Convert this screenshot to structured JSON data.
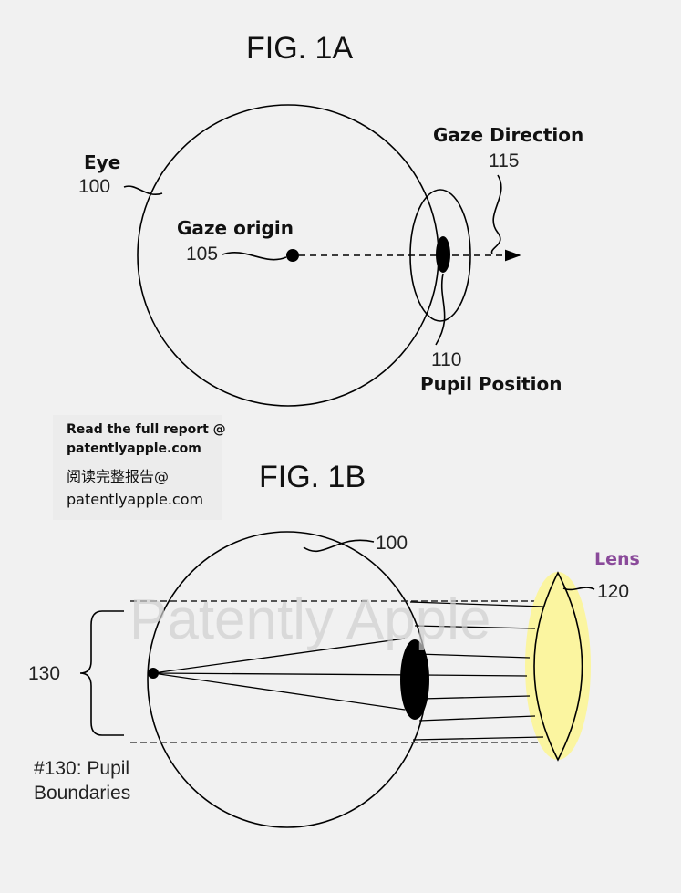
{
  "fig1a": {
    "title": "FIG. 1A",
    "eye_label": "Eye",
    "eye_num": "100",
    "gaze_origin_label": "Gaze origin",
    "gaze_origin_num": "105",
    "gaze_direction_label": "Gaze Direction",
    "gaze_direction_num": "115",
    "pupil_num": "110",
    "pupil_label": "Pupil Position"
  },
  "watermark": {
    "line1": "Read the full report @",
    "line2": "patentlyapple.com",
    "line3": "阅读完整报告@",
    "line4": "patentlyapple.com",
    "overlay": "Patently Apple"
  },
  "fig1b": {
    "title": "FIG. 1B",
    "eye_num": "100",
    "lens_label": "Lens",
    "lens_num": "120",
    "boundary_num": "130",
    "caption_line1": "#130: Pupil",
    "caption_line2": "Boundaries"
  },
  "colors": {
    "lens_fill": "#fbf5a0",
    "lens_label": "#8a4a9a"
  }
}
